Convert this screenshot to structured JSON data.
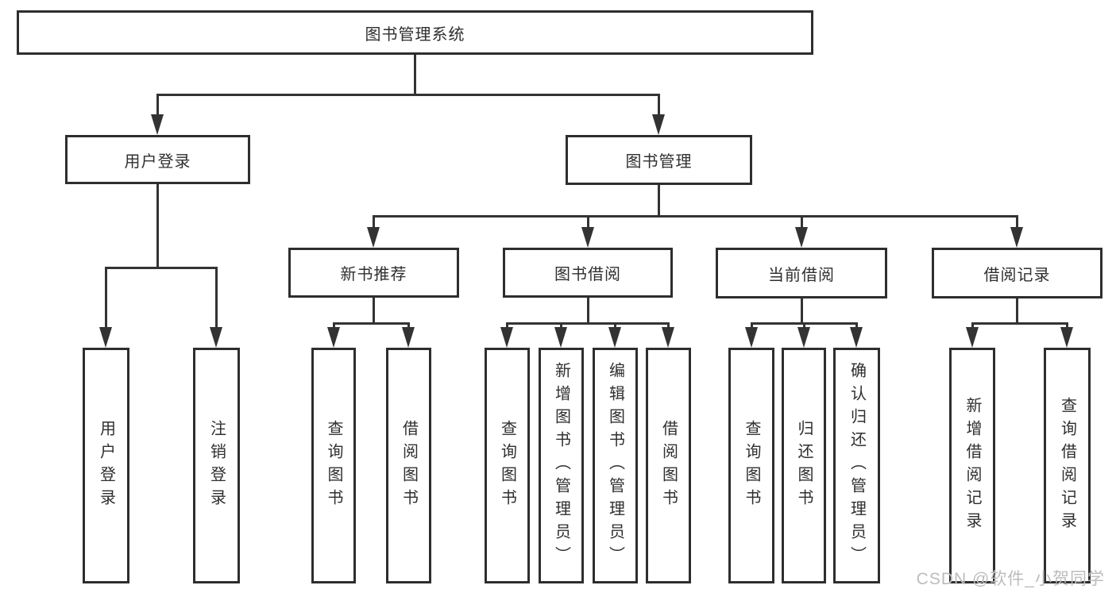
{
  "diagram": {
    "root": "图书管理系统",
    "level2": {
      "user_login": "用户登录",
      "book_mgmt": "图书管理"
    },
    "level3": {
      "new_books": "新书推荐",
      "book_borrow": "图书借阅",
      "current_borrow": "当前借阅",
      "borrow_records": "借阅记录"
    },
    "leaves": {
      "user_login": [
        "用户登录",
        "注销登录"
      ],
      "new_books": [
        "查询图书",
        "借阅图书"
      ],
      "book_borrow": [
        "查询图书",
        "新增图书（管理员）",
        "编辑图书（管理员）",
        "借阅图书"
      ],
      "current_borrow": [
        "查询图书",
        "归还图书",
        "确认归还（管理员）"
      ],
      "borrow_records": [
        "新增借阅记录",
        "查询借阅记录"
      ]
    }
  },
  "watermark": "CSDN @软件_小贺同学",
  "colors": {
    "line": "#333333",
    "box_border": "#2e2e2e",
    "text": "#2f2f2f",
    "background": "#ffffff",
    "watermark": "#bcbcbc"
  }
}
